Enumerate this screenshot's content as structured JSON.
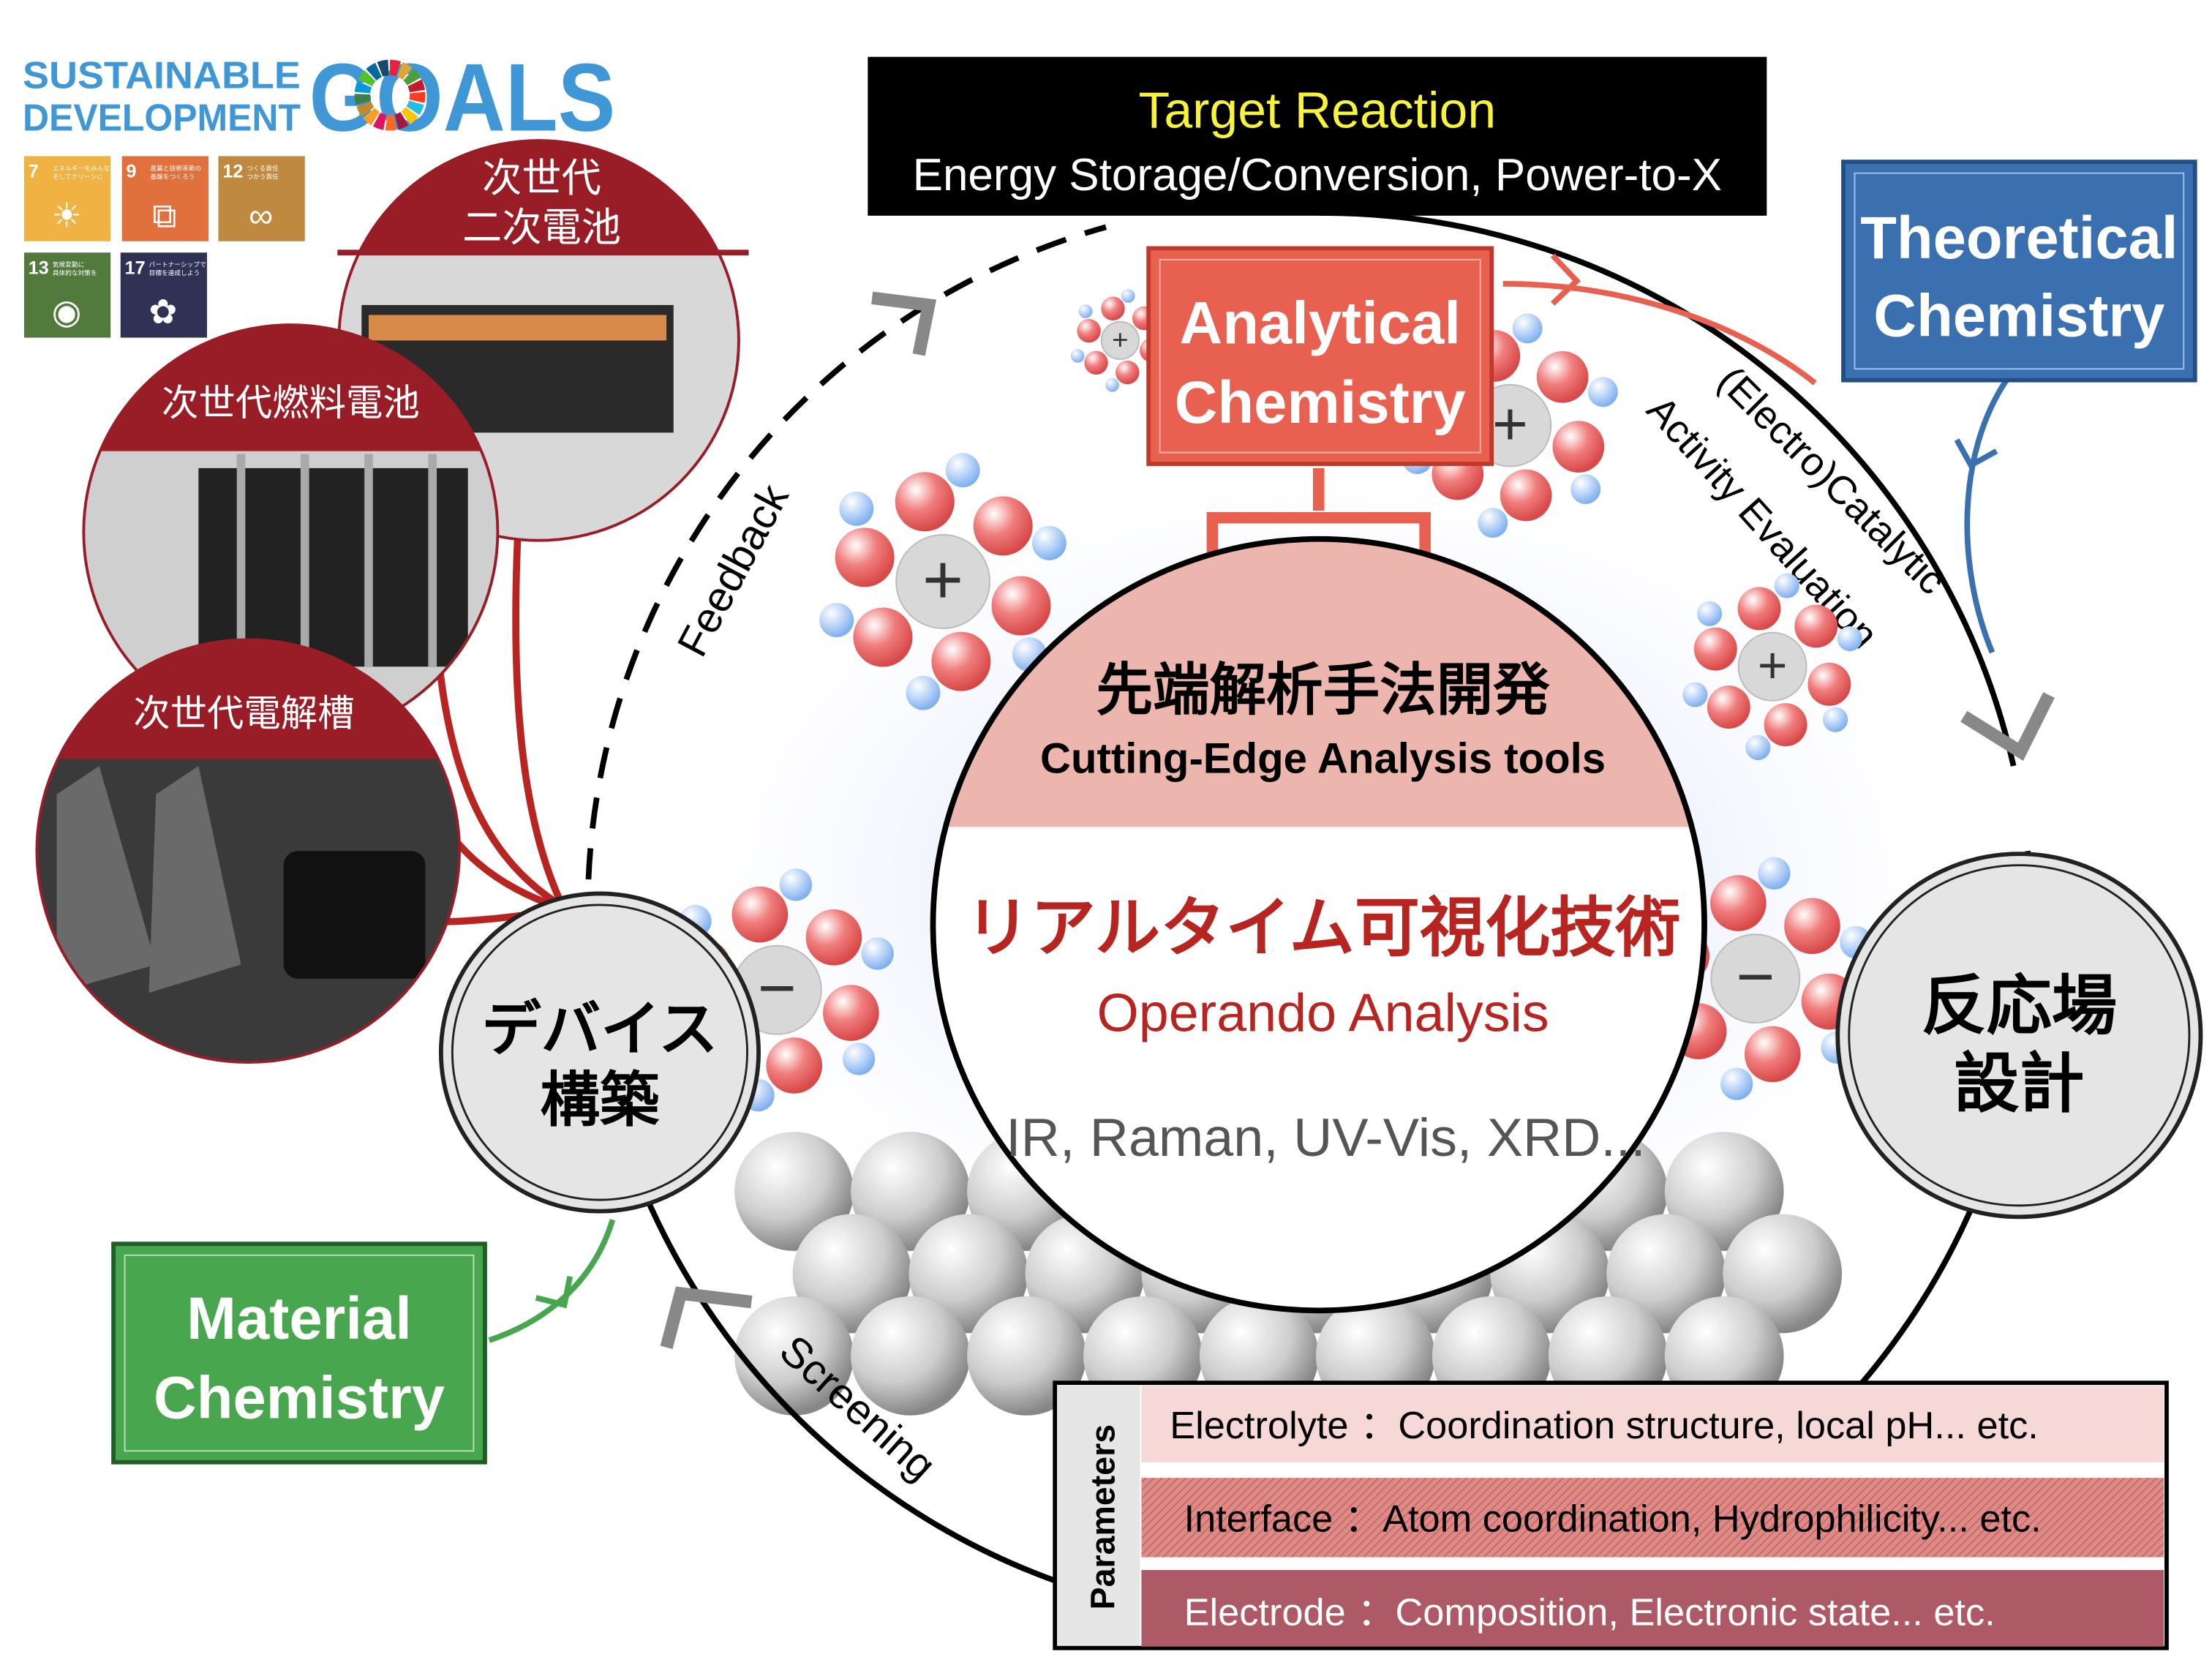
{
  "sdg": {
    "logo_line1": "SUSTAINABLE",
    "logo_line2": "DEVELOPMENT",
    "logo_goals": "GOALS",
    "icons": [
      {
        "num": "7",
        "label1": "エネルギーをみんなに",
        "label2": "そしてクリーンに",
        "color": "#efb243"
      },
      {
        "num": "9",
        "label1": "産業と技術革新の",
        "label2": "基盤をつくろう",
        "color": "#e0713d"
      },
      {
        "num": "12",
        "label1": "つくる責任",
        "label2": "つかう責任",
        "color": "#bf8a3f"
      },
      {
        "num": "13",
        "label1": "気候変動に",
        "label2": "具体的な対策を",
        "color": "#527a3c"
      },
      {
        "num": "17",
        "label1": "パートナーシップで",
        "label2": "目標を達成しよう",
        "color": "#2f3155"
      }
    ]
  },
  "devices": {
    "battery": {
      "line1": "次世代",
      "line2": "二次電池"
    },
    "fuel_cell": "次世代燃料電池",
    "electrolyzer": "次世代電解槽"
  },
  "target": {
    "title": "Target Reaction",
    "subtitle": "Energy Storage/Conversion, Power-to-X"
  },
  "boxes": {
    "analytical": {
      "line1": "Analytical",
      "line2": "Chemistry",
      "color": "#e8604f"
    },
    "theoretical": {
      "line1": "Theoretical",
      "line2": "Chemistry",
      "color": "#3a6fb0"
    },
    "material": {
      "line1": "Material",
      "line2": "Chemistry",
      "color": "#47a64e"
    }
  },
  "cycle": {
    "feedback": "Feedback",
    "electrocatalytic": "(Electro)Catalytic",
    "activity": "Activity Evaluation",
    "screening": "Screening",
    "device_node": {
      "line1": "デバイス",
      "line2": "構築"
    },
    "reaction_node": {
      "line1": "反応場",
      "line2": "設計"
    }
  },
  "center": {
    "top_jp": "先端解析手法開発",
    "top_en": "Cutting-Edge Analysis tools",
    "main_jp": "リアルタイム可視化技術",
    "main_en": "Operando Analysis",
    "methods": "IR, Raman, UV-Vis, XRD..."
  },
  "ions": {
    "plus": "+",
    "minus": "−"
  },
  "parameters": {
    "label": "Parameters",
    "rows": [
      {
        "name": "Electrolyte",
        "sep": "：",
        "desc": "Coordination structure, local pH... etc.",
        "color": "#f6d8d7"
      },
      {
        "name": "Interface",
        "sep": "：",
        "desc": "Atom coordination, Hydrophilicity...  etc.",
        "color": "#e08a88"
      },
      {
        "name": "Electrode",
        "sep": "：",
        "desc": "Composition, Electronic state... etc.",
        "color": "#ad5a66"
      }
    ]
  }
}
